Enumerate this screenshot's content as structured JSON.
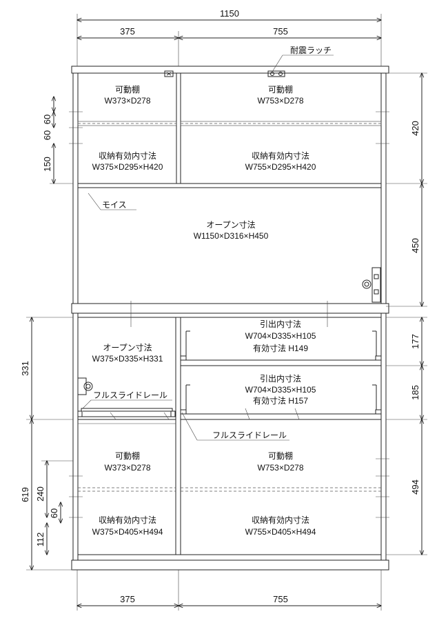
{
  "top_dims": {
    "total": "1150",
    "left": "375",
    "right": "755"
  },
  "bottom_dims": {
    "left": "375",
    "right": "755"
  },
  "right_dims": {
    "upper_shelf": "420",
    "open": "450",
    "drawer1": "177",
    "drawer2": "185",
    "lower": "494"
  },
  "left_dims": {
    "a": "60",
    "b": "60",
    "c": "150",
    "d": "331",
    "e": "619",
    "f": "240",
    "g": "60",
    "h": "112"
  },
  "callouts": {
    "latch": "耐震ラッチ",
    "moulding": "モイス",
    "rail_left": "フルスライドレール",
    "rail_center": "フルスライドレール"
  },
  "upper": {
    "left_shelf": {
      "title": "可動棚",
      "size": "W373×D278"
    },
    "right_shelf": {
      "title": "可動棚",
      "size": "W753×D278"
    },
    "left_storage": {
      "title": "収納有効内寸法",
      "size": "W375×D295×H420"
    },
    "right_storage": {
      "title": "収納有効内寸法",
      "size": "W755×D295×H420"
    }
  },
  "open": {
    "title": "オープン寸法",
    "size": "W1150×D316×H450"
  },
  "lower": {
    "left_open": {
      "title": "オープン寸法",
      "size": "W375×D335×H331"
    },
    "drawer1": {
      "title": "引出内寸法",
      "size": "W704×D335×H105",
      "effective": "有効寸法 H149"
    },
    "drawer2": {
      "title": "引出内寸法",
      "size": "W704×D335×H105",
      "effective": "有効寸法 H157"
    },
    "left_shelf": {
      "title": "可動棚",
      "size": "W373×D278"
    },
    "right_shelf": {
      "title": "可動棚",
      "size": "W753×D278"
    },
    "left_storage": {
      "title": "収納有効内寸法",
      "size": "W375×D405×H494"
    },
    "right_storage": {
      "title": "収納有効内寸法",
      "size": "W755×D405×H494"
    }
  }
}
